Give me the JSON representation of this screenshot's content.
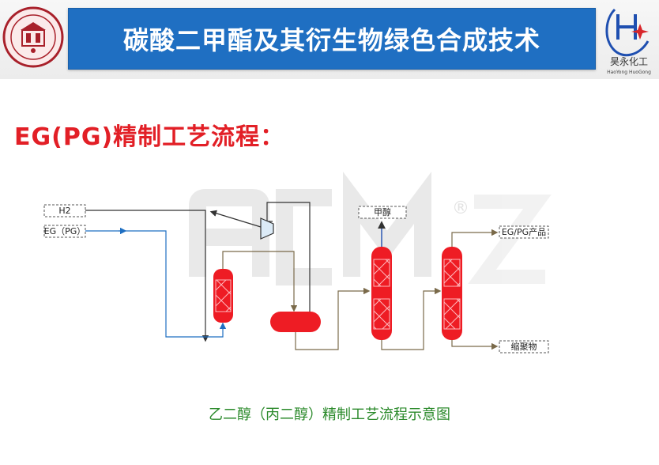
{
  "header": {
    "title": "碳酸二甲酯及其衍生物绿色合成技术",
    "brand_name": "昊永化工",
    "brand_latin": "HaoYong HuoGong",
    "brand_colors": {
      "blue": "#1f4fb0",
      "red": "#d8262b"
    }
  },
  "heading": "EG(PG)精制工艺流程：",
  "diagram": {
    "inputs": {
      "h2": "H2",
      "eg_pg": "EG（PG）"
    },
    "outputs": {
      "methanol": "甲醇",
      "product": "EG/PG产品",
      "condensate": "缩聚物"
    },
    "watermark_registered": "®",
    "colors": {
      "equipment": "#ee1c24",
      "feed_line": "#1f6fc2",
      "process_line": "#7a6a4a",
      "gas_line": "#333333"
    }
  },
  "caption": "乙二醇（丙二醇）精制工艺流程示意图"
}
